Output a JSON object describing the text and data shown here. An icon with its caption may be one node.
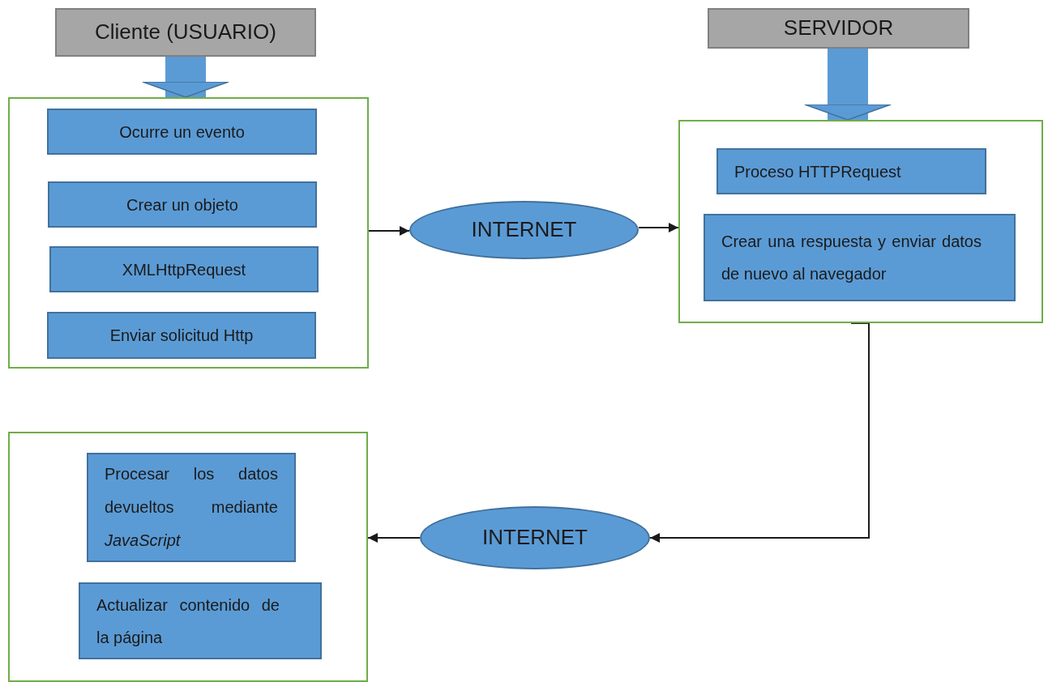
{
  "diagram": {
    "nodes": [
      {
        "text": [
          "Cliente (USUARIO)"
        ]
      },
      {
        "text": [
          "SERVIDOR"
        ]
      },
      {
        "text": [],
        "shape": "box"
      },
      {
        "text": [
          "Ocurre un evento"
        ],
        "in": 2
      },
      {
        "text": [
          "Crear un objeto"
        ],
        "in": 2
      },
      {
        "text": [
          "XMLHttpRequest"
        ],
        "in": 2
      },
      {
        "text": [
          "Enviar solicitud Http"
        ],
        "in": 2
      },
      {
        "text": [
          "INTERNET"
        ]
      },
      {
        "text": [],
        "shape": "box"
      },
      {
        "text": [
          "Proceso HTTPRequest"
        ],
        "in": 8
      },
      {
        "text": [
          "Crear una respuesta y enviar datos de nuevo al navegador"
        ],
        "in": 8
      },
      {
        "text": [],
        "shape": "box"
      },
      {
        "text": [
          "Procesar los datos devueltos mediante *JavaScript*"
        ],
        "in": 11
      },
      {
        "text": [
          "Actualizar contenido de la página"
        ],
        "in": 11
      },
      {
        "text": [
          "INTERNET"
        ]
      }
    ],
    "edges": [
      {
        "from": 0,
        "to": 2,
        "arrow": "to",
        "style": "thick",
        "color": "#5b9bd5"
      },
      {
        "from": 1,
        "to": 8,
        "arrow": "to",
        "style": "thick",
        "color": "#5b9bd5"
      },
      {
        "from": 2,
        "to": 7,
        "arrow": "to"
      },
      {
        "from": 7,
        "to": 8,
        "arrow": "to"
      },
      {
        "from": 8,
        "to": 14,
        "arrow": "to"
      },
      {
        "from": 14,
        "to": 11,
        "arrow": "to"
      }
    ]
  }
}
